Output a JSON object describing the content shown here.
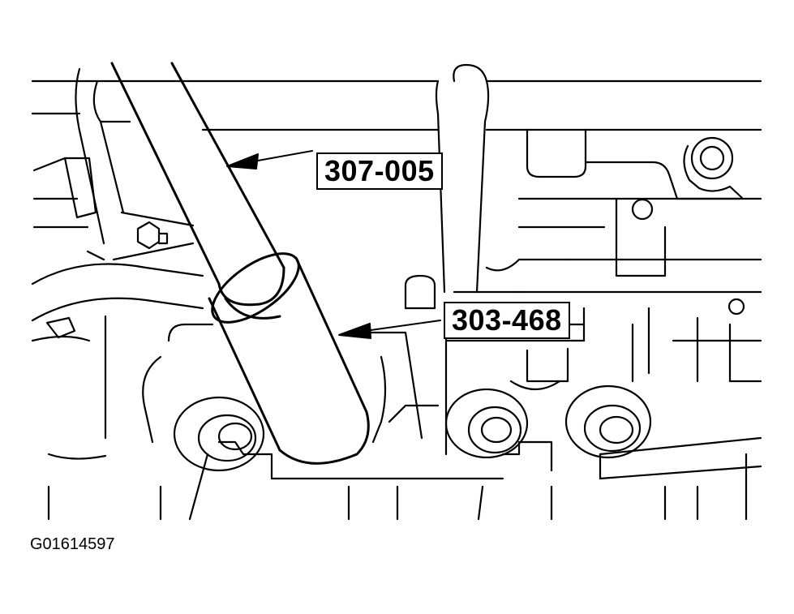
{
  "callouts": [
    {
      "label": "307-005",
      "target": "tool-handle"
    },
    {
      "label": "303-468",
      "target": "sleeve-tool"
    }
  ],
  "figure_id": "G01614597",
  "colors": {
    "line": "#000000",
    "background": "#ffffff"
  }
}
